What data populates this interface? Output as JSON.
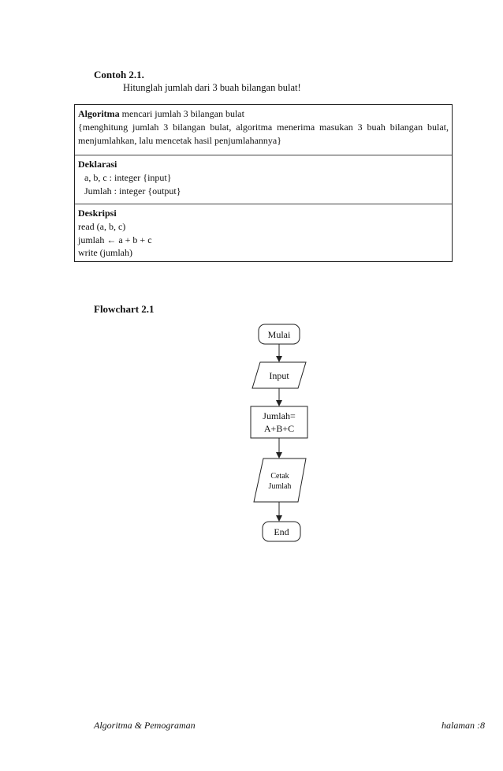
{
  "example": {
    "heading": "Contoh 2.1.",
    "task": "Hitunglah jumlah dari 3 buah bilangan bulat!"
  },
  "algorithm": {
    "title_bold": "Algoritma",
    "title_rest": " mencari jumlah 3 bilangan bulat",
    "comment_line1": "{menghitung jumlah 3 bilangan bulat, algoritma menerima masukan 3 buah bilangan bulat,",
    "comment_line2": "menjumlahkan, lalu mencetak hasil penjumlahannya}",
    "deklarasi_title": "Deklarasi",
    "deklarasi_items": [
      "a, b, c : integer {input}",
      "Jumlah : integer {output}"
    ],
    "deskripsi_title": "Deskripsi",
    "deskripsi_items": [
      "read (a, b, c)",
      "jumlah ← a + b + c",
      "write (jumlah)"
    ]
  },
  "flowchart": {
    "label": "Flowchart 2.1",
    "start": "Mulai",
    "input": "Input",
    "process_line1": "Jumlah=",
    "process_line2": "A+B+C",
    "output_line1": "Cetak",
    "output_line2": "Jumlah",
    "end": "End"
  },
  "footer": {
    "left": "Algoritma & Pemograman",
    "right": "halaman :8"
  }
}
